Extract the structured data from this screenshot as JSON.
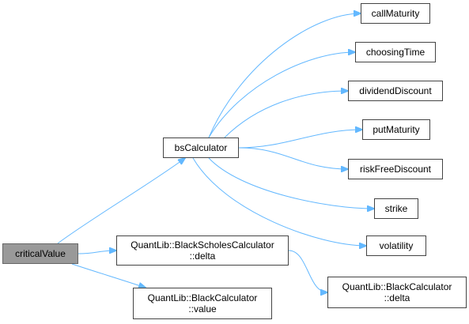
{
  "nodes": {
    "criticalValue": {
      "label": "criticalValue"
    },
    "bsCalculator": {
      "label": "bsCalculator"
    },
    "callMaturity": {
      "label": "callMaturity"
    },
    "choosingTime": {
      "label": "choosingTime"
    },
    "dividendDiscount": {
      "label": "dividendDiscount"
    },
    "putMaturity": {
      "label": "putMaturity"
    },
    "riskFreeDiscount": {
      "label": "riskFreeDiscount"
    },
    "strike": {
      "label": "strike"
    },
    "volatility": {
      "label": "volatility"
    },
    "bsDelta": {
      "line1": "QuantLib::BlackScholesCalculator",
      "line2": "::delta"
    },
    "bcValue": {
      "line1": "QuantLib::BlackCalculator",
      "line2": "::value"
    },
    "bcDelta": {
      "line1": "QuantLib::BlackCalculator",
      "line2": "::delta"
    }
  },
  "edges": [
    [
      "criticalValue",
      "bsCalculator"
    ],
    [
      "criticalValue",
      "bsDelta"
    ],
    [
      "criticalValue",
      "bcValue"
    ],
    [
      "bsCalculator",
      "callMaturity"
    ],
    [
      "bsCalculator",
      "choosingTime"
    ],
    [
      "bsCalculator",
      "dividendDiscount"
    ],
    [
      "bsCalculator",
      "putMaturity"
    ],
    [
      "bsCalculator",
      "riskFreeDiscount"
    ],
    [
      "bsCalculator",
      "strike"
    ],
    [
      "bsCalculator",
      "volatility"
    ],
    [
      "bsDelta",
      "bcDelta"
    ]
  ],
  "colors": {
    "edge": "#63B8FF",
    "root_fill": "#999999",
    "node_border": "#444444"
  }
}
